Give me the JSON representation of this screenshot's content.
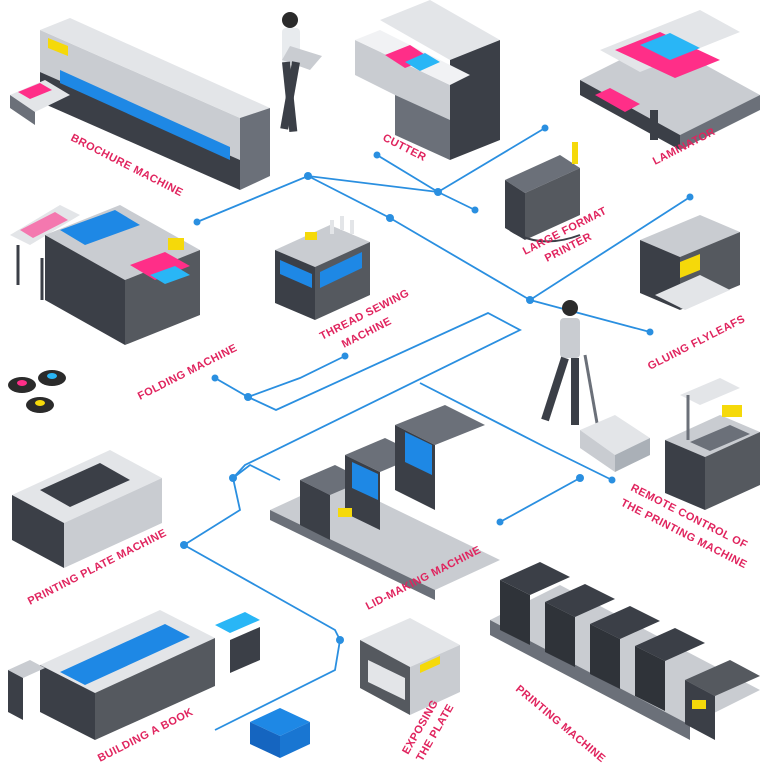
{
  "colors": {
    "accent_line": "#2a8fe0",
    "label": "#e0245e",
    "machine_dark": "#3b3f47",
    "machine_mid": "#6b7079",
    "machine_light": "#c9ccd1",
    "screen": "#1e88e5",
    "warning": "#f5d90a",
    "paper_pink": "#ff2e88",
    "paper_blue": "#29b6f6"
  },
  "labels": {
    "brochure_machine": "BROCHURE MACHINE",
    "cutter": "CUTTER",
    "laminator": "LAMINATOR",
    "large_format_printer_1": "LARGE FORMAT",
    "large_format_printer_2": "PRINTER",
    "thread_sewing_1": "THREAD SEWING",
    "thread_sewing_2": "MACHINE",
    "folding_machine": "FOLDING MACHINE",
    "gluing_flyleafs": "GLUING FLYLEAFS",
    "remote_control_1": "REMOTE CONTROL OF",
    "remote_control_2": "THE PRINTING MACHINE",
    "printing_plate_machine": "PRINTING PLATE MACHINE",
    "lid_making_machine": "LID-MAKING MACHINE",
    "building_a_book": "BUILDING A BOOK",
    "exposing_1": "EXPOSING",
    "exposing_2": "THE PLATE",
    "printing_machine": "PRINTING MACHINE"
  }
}
